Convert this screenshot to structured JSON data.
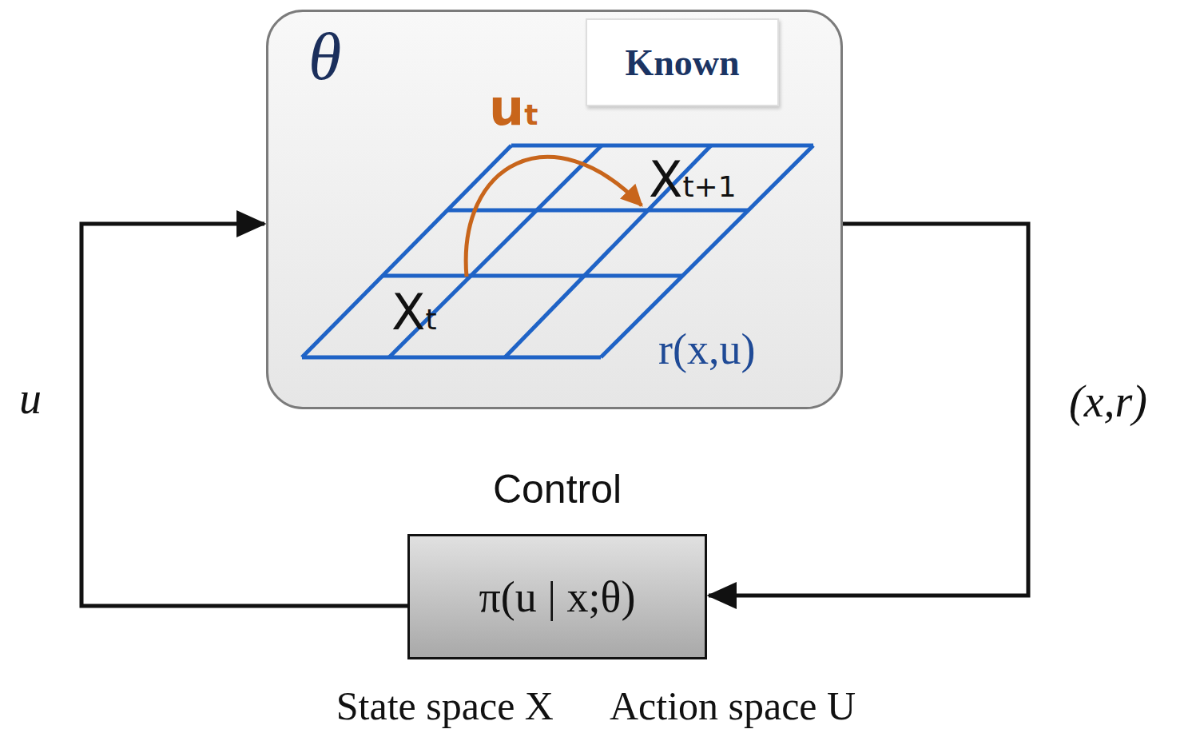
{
  "diagram": {
    "nodes": [
      {
        "text": [
          "θ"
        ]
      },
      {
        "text": [
          "Known"
        ],
        "in": 0
      },
      {
        "text": [
          "Control",
          "π(u | x;θ)"
        ]
      }
    ],
    "edges": [
      {
        "from": 2,
        "to": 0,
        "arrow": "to",
        "label": "u"
      },
      {
        "from": 0,
        "to": 2,
        "arrow": "to",
        "label": "(x,r)"
      }
    ],
    "labels": [
      "ut",
      "Xt+1",
      "Xt",
      "r(x,u)",
      "State space X",
      "Action space U"
    ]
  }
}
